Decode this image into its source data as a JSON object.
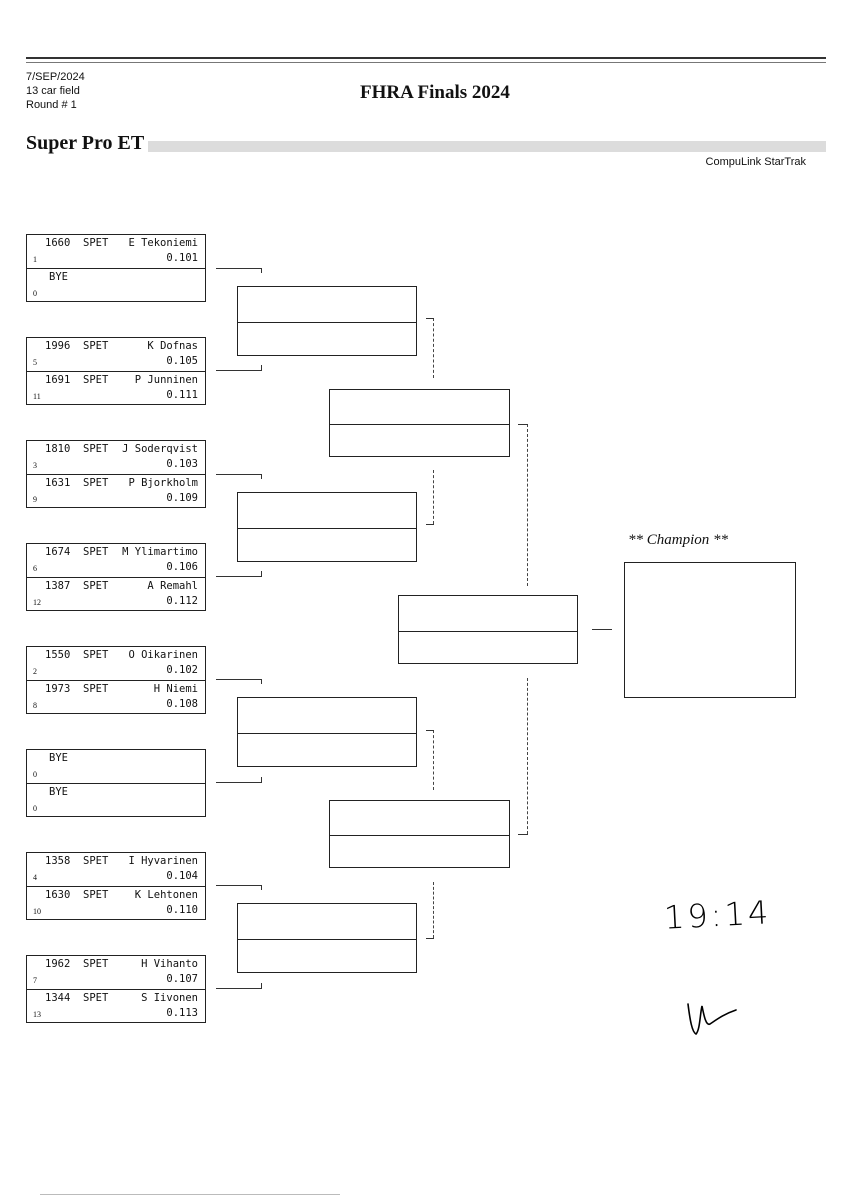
{
  "header": {
    "date": "7/SEP/2024",
    "field": "13 car field",
    "round": "Round # 1",
    "title": "FHRA Finals 2024",
    "class_title": "Super Pro ET",
    "software": "CompuLink StarTrak"
  },
  "round1": [
    {
      "top": {
        "number": "1660",
        "class": "SPET",
        "name": "E Tekoniemi",
        "reaction": "0.101",
        "seed": "1"
      },
      "bottom": {
        "bye": "BYE",
        "seed": "0"
      }
    },
    {
      "top": {
        "number": "1996",
        "class": "SPET",
        "name": "K Dofnas",
        "reaction": "0.105",
        "seed": "5"
      },
      "bottom": {
        "number": "1691",
        "class": "SPET",
        "name": "P Junninen",
        "reaction": "0.111",
        "seed": "11"
      }
    },
    {
      "top": {
        "number": "1810",
        "class": "SPET",
        "name": "J Soderqvist",
        "reaction": "0.103",
        "seed": "3"
      },
      "bottom": {
        "number": "1631",
        "class": "SPET",
        "name": "P Bjorkholm",
        "reaction": "0.109",
        "seed": "9"
      }
    },
    {
      "top": {
        "number": "1674",
        "class": "SPET",
        "name": "M Ylimartimo",
        "reaction": "0.106",
        "seed": "6"
      },
      "bottom": {
        "number": "1387",
        "class": "SPET",
        "name": "A Remahl",
        "reaction": "0.112",
        "seed": "12"
      }
    },
    {
      "top": {
        "number": "1550",
        "class": "SPET",
        "name": "O Oikarinen",
        "reaction": "0.102",
        "seed": "2"
      },
      "bottom": {
        "number": "1973",
        "class": "SPET",
        "name": "H Niemi",
        "reaction": "0.108",
        "seed": "8"
      }
    },
    {
      "top": {
        "bye": "BYE",
        "seed": "0"
      },
      "bottom": {
        "bye": "BYE",
        "seed": "0"
      }
    },
    {
      "top": {
        "number": "1358",
        "class": "SPET",
        "name": "I Hyvarinen",
        "reaction": "0.104",
        "seed": "4"
      },
      "bottom": {
        "number": "1630",
        "class": "SPET",
        "name": "K Lehtonen",
        "reaction": "0.110",
        "seed": "10"
      }
    },
    {
      "top": {
        "number": "1962",
        "class": "SPET",
        "name": "H Vihanto",
        "reaction": "0.107",
        "seed": "7"
      },
      "bottom": {
        "number": "1344",
        "class": "SPET",
        "name": "S Iivonen",
        "reaction": "0.113",
        "seed": "13"
      }
    }
  ],
  "champion": {
    "label": "** Champion **"
  },
  "handwritten": {
    "time": "19:14"
  }
}
